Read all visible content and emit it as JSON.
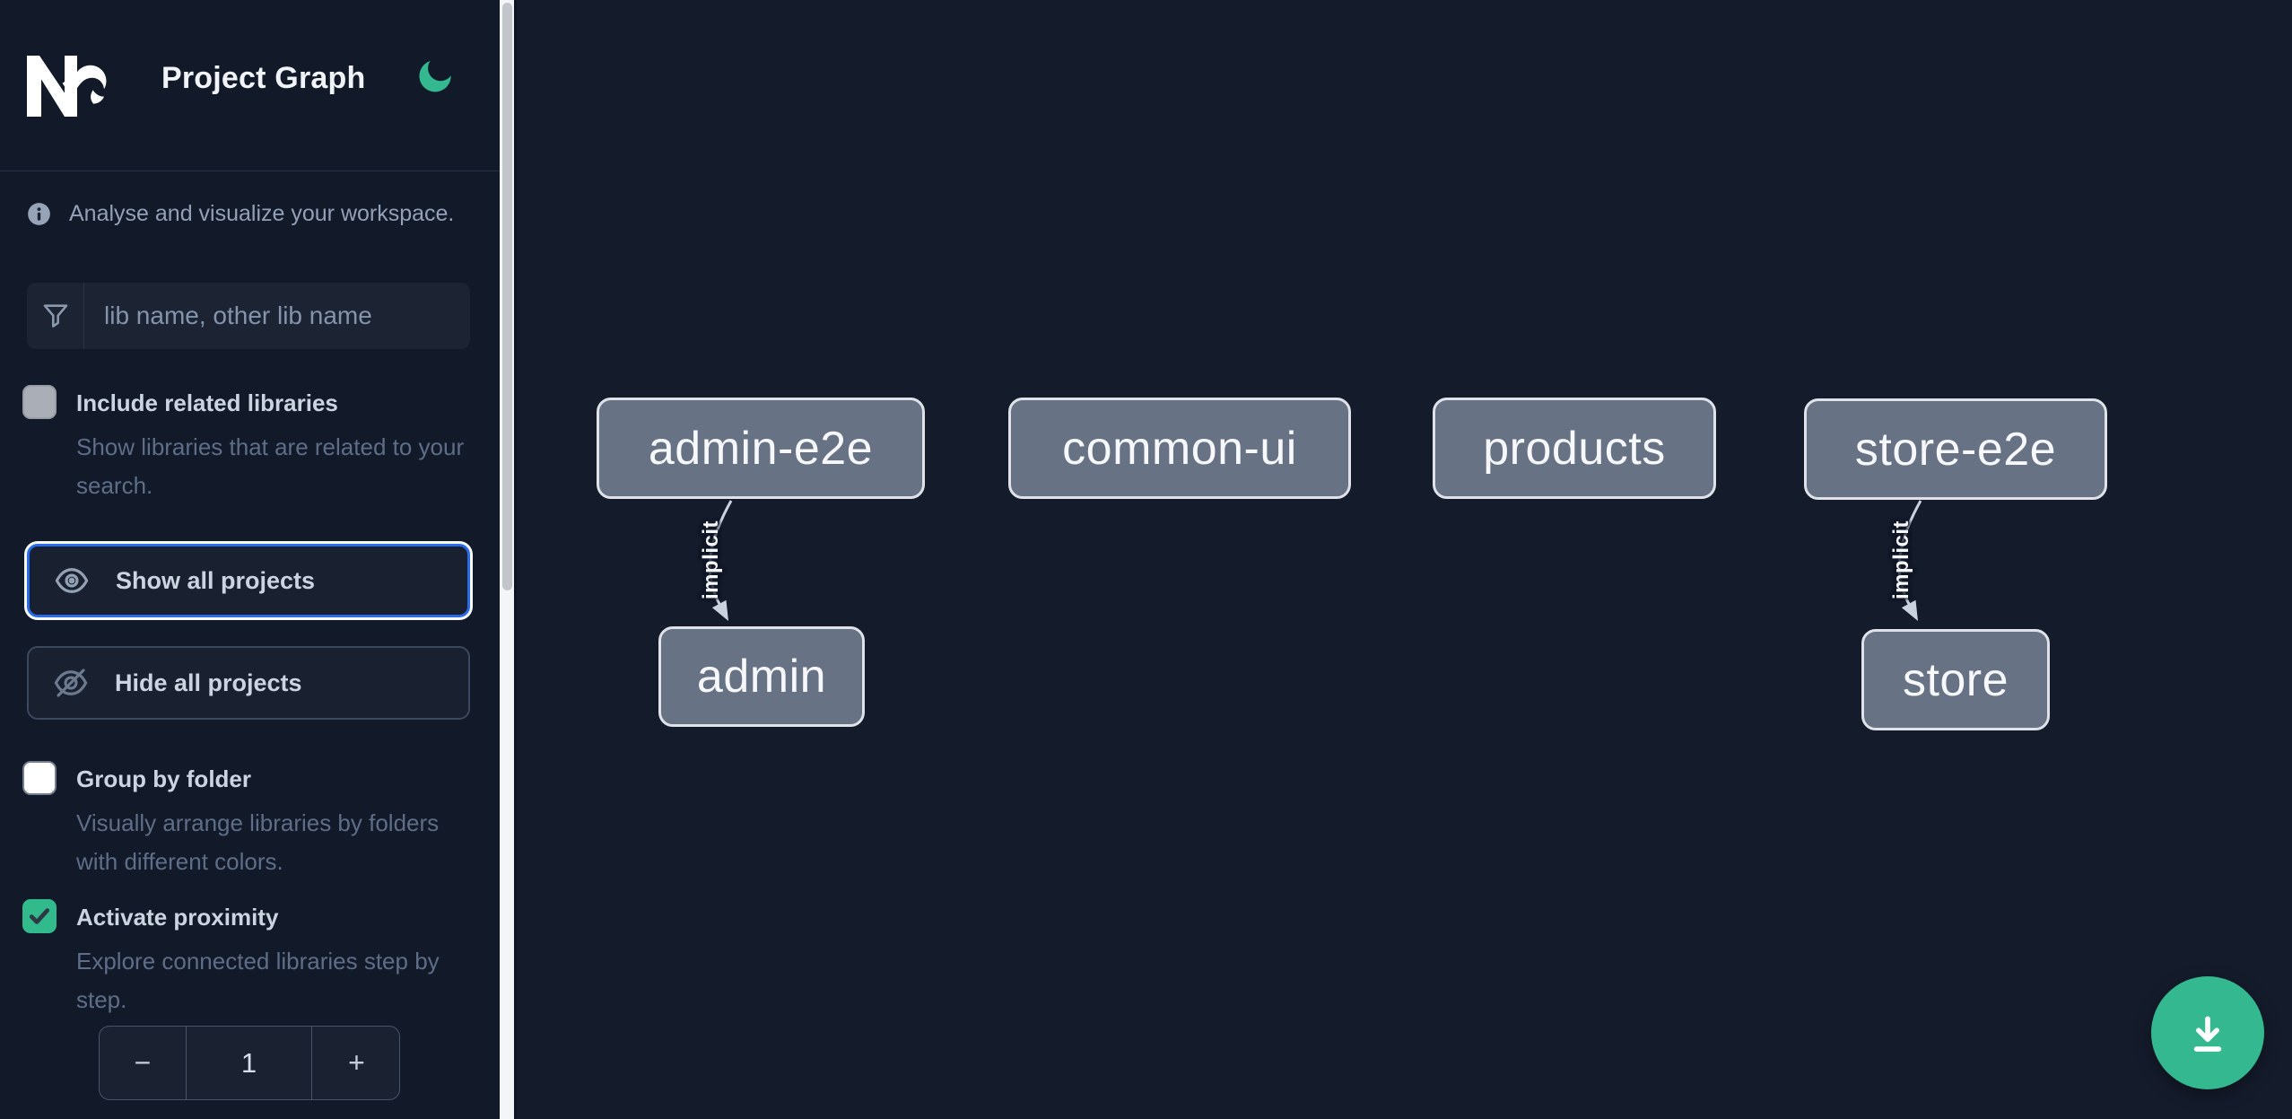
{
  "header": {
    "title": "Project Graph"
  },
  "sidebar": {
    "tagline": "Analyse and visualize your workspace.",
    "search": {
      "placeholder": "lib name, other lib name",
      "value": ""
    },
    "include_related": {
      "label": "Include related libraries",
      "description": "Show libraries that are related to your search.",
      "checked": false
    },
    "show_all": {
      "label": "Show all projects"
    },
    "hide_all": {
      "label": "Hide all projects"
    },
    "group_by_folder": {
      "label": "Group by folder",
      "description": "Visually arrange libraries by folders with different colors.",
      "checked": false
    },
    "activate_proximity": {
      "label": "Activate proximity",
      "description": "Explore connected libraries step by step.",
      "checked": true
    },
    "proximity_stepper": {
      "decrement_label": "−",
      "value": "1",
      "increment_label": "+"
    }
  },
  "graph": {
    "nodes": [
      {
        "label": "admin-e2e"
      },
      {
        "label": "common-ui"
      },
      {
        "label": "products"
      },
      {
        "label": "store-e2e"
      },
      {
        "label": "admin"
      },
      {
        "label": "store"
      }
    ],
    "edges": [
      {
        "source": "admin-e2e",
        "target": "admin",
        "label": "implicit"
      },
      {
        "source": "store-e2e",
        "target": "store",
        "label": "implicit"
      }
    ]
  },
  "fab": {
    "icon": "download-icon"
  },
  "colors": {
    "accent_green": "#34b88f",
    "focus_blue": "#2a6bea",
    "node_fill": "#687285",
    "sidebar_bg": "#121929",
    "canvas_bg": "#141b2b"
  }
}
